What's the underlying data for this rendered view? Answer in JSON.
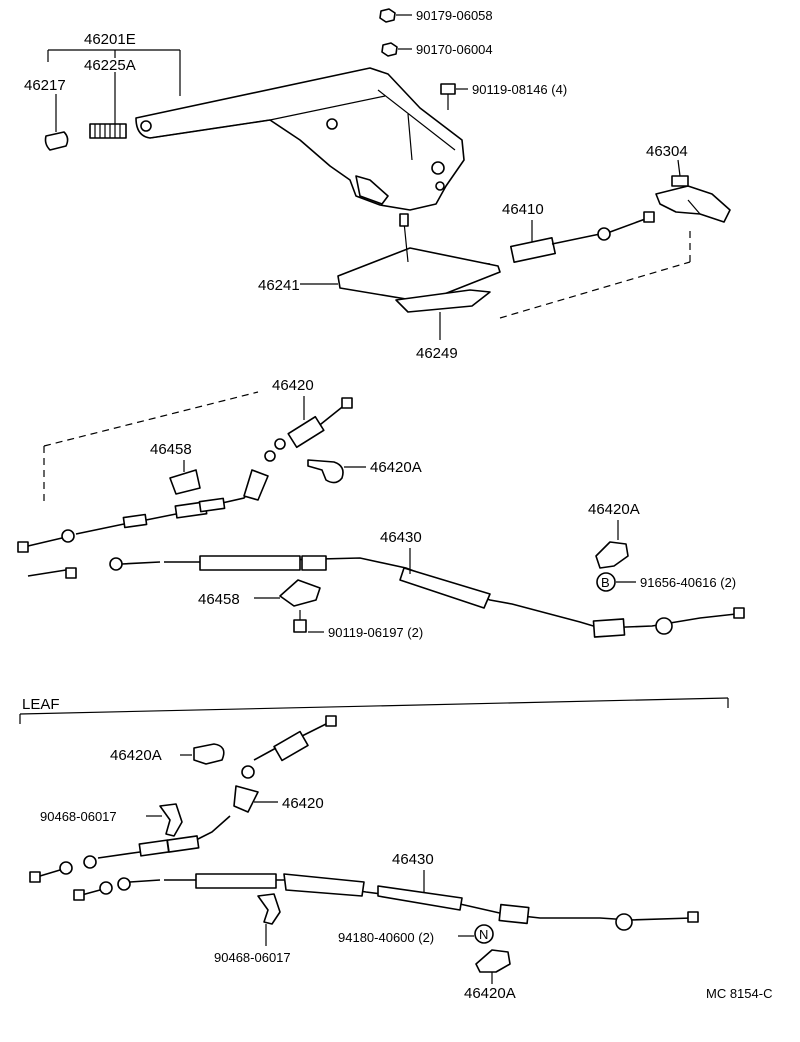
{
  "labels": {
    "p90179": "90179-06058",
    "p90170": "90170-06004",
    "p90119a": "90119-08146 (4)",
    "p46201E": "46201E",
    "p46225A": "46225A",
    "p46217": "46217",
    "p46304": "46304",
    "p46410": "46410",
    "p46241": "46241",
    "p46249": "46249",
    "p46420_top": "46420",
    "p46458_top": "46458",
    "p46420A_top": "46420A",
    "p46420A_right": "46420A",
    "p46430_top": "46430",
    "p91656": "91656-40616 (2)",
    "p46458_mid": "46458",
    "p90119b": "90119-06197 (2)",
    "section_leaf": "LEAF",
    "p46420A_leaf": "46420A",
    "p46420_leaf": "46420",
    "p90468a": "90468-06017",
    "p46430_leaf": "46430",
    "p94180": "94180-40600 (2)",
    "p90468b": "90468-06017",
    "p46420A_bottom": "46420A",
    "ref_code": "MC 8154-C"
  },
  "badges": {
    "b_mark": "B",
    "n_mark": "N"
  }
}
